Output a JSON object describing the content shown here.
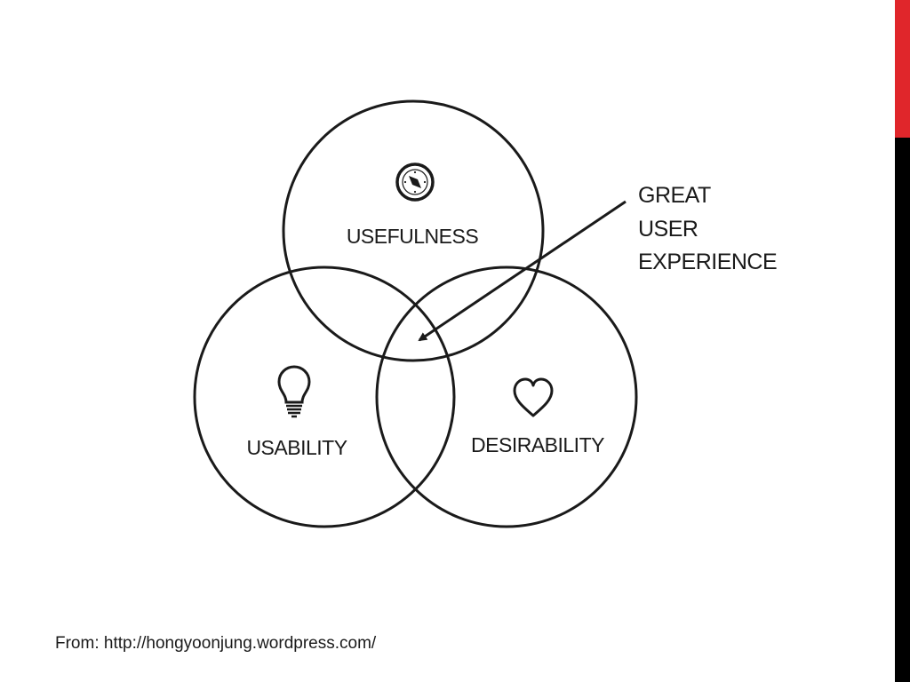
{
  "colors": {
    "accent_red": "#e0262b",
    "accent_black": "#000000",
    "ink": "#1a1a1a",
    "background": "#ffffff"
  },
  "diagram": {
    "circles": [
      {
        "label": "USEFULNESS",
        "icon": "compass-icon"
      },
      {
        "label": "USABILITY",
        "icon": "lightbulb-icon"
      },
      {
        "label": "DESIRABILITY",
        "icon": "heart-icon"
      }
    ],
    "callout": {
      "lines": [
        "GREAT",
        "USER",
        "EXPERIENCE"
      ]
    }
  },
  "footer": {
    "source": "From: http://hongyoonjung.wordpress.com/"
  }
}
